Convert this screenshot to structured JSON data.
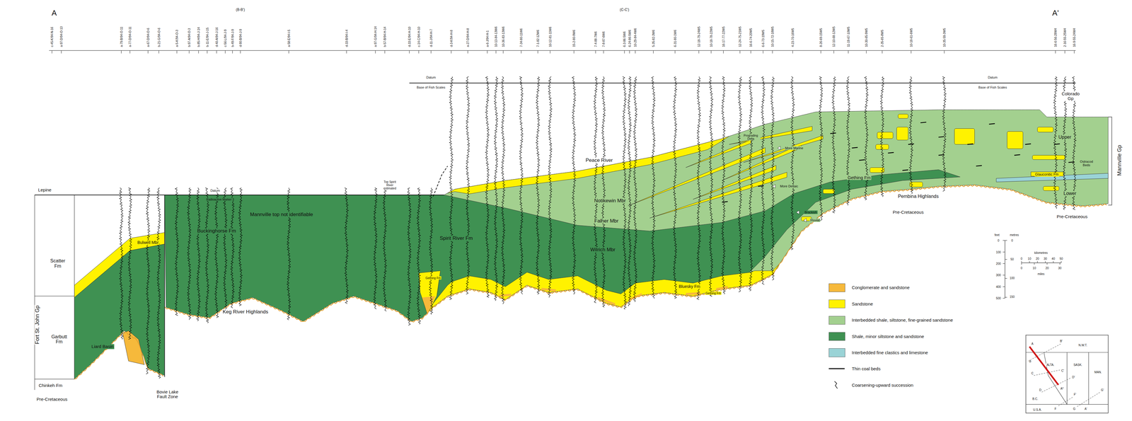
{
  "diagram": {
    "labels": [
      "c-45-K/94-N-16",
      "a-97-D/94-O-13",
      "a-79-B/94-O-11",
      "a-77-D/94-O-11",
      "a-67-D/94-O-6",
      "b-21-G/94-O-6",
      "a-5-K/94-O-3",
      "b-97-A/94-O-3",
      "b-85-H/94-J-14",
      "b-11-E/94-J-15",
      "d-40-A/94-J-16",
      "c-56-L/94-J-9",
      "b-49-F/94-J-9",
      "d-90-B/94-J-9",
      "a-58-E/94-I-5",
      "d-33-B/94-I-4",
      "a-97-G/94-H-14",
      "b-57-B/94-H-14",
      "d-33-E/94-H-10",
      "c-14-C/94-H-10",
      "d-11-J/94-H-7",
      "d-3-K/94-H-8",
      "a-27-D/94-H-8",
      "a-6-J/94-H-1",
      "10-13-84-13W6",
      "10-36-83-13W6",
      "7-34-80-11W6",
      "7-1-82-12W6",
      "10-12-81-11W6",
      "15-2-80-9W6",
      "7-4-88-7W6",
      "7-8-87-6W6",
      "6-3-86-5W6",
      "6-24-86-5W6",
      "10-29-84-4W6",
      "5-35-82-3W6",
      "6-31-80-1W6",
      "12-18-79-24W5",
      "10-18-78-22W5",
      "16-17-77-22W5",
      "12-24-75-21W5",
      "16-6-74-20W5",
      "6-6-73-19W5",
      "10-15-72-18W5",
      "4-23-70-16W5",
      "8-26-69-15W5",
      "12-10-68-12W5",
      "11-19-67-10W5",
      "10-30-65-9W5",
      "2-35-65-8W5",
      "10-18-61-6W5",
      "10-35-59-3W5",
      "16-6-56-28W4",
      "2-16-55-25W4",
      "16-9-55-24W4",
      "A",
      "(B-B')",
      "(C-C')",
      "A'",
      "Lepine",
      "Datum",
      "Radioactive Marker 3",
      "Mannville top not identifiable",
      "Buckinghorse Fm",
      "Keg River Highlands",
      "Scatter Fm",
      "Bulwell Mbr",
      "Garbutt Fm",
      "Liard Basin",
      "Chinkeh Fm",
      "Pre-Cretaceous",
      "Bovie Lake Fault Zone",
      "Fort St. John Gp",
      "Top Spirit River estimated",
      "Spirit River Fm",
      "Gething Fm",
      "Datum",
      "Base of Fish Scales",
      "Peace River",
      "Notikewin Mbr",
      "Falher Mbr",
      "Wilrich Mbr",
      "Bluesky Fm",
      "Gething Fm",
      "Prograding Delta",
      "More Marine",
      "More Deltaic",
      "Brackish",
      "Fluvial",
      "Gething Fm",
      "Pembina Highlands",
      "Pre-Cretaceous",
      "Datum",
      "Base of Fish Scales",
      "Colorado Gp",
      "Upper",
      "Ostracod Beds",
      "Glauconitic Fm",
      "Lower",
      "Mannville Gp",
      "Pre-Cretaceous",
      "feet",
      "metres",
      "0",
      "100",
      "200",
      "300",
      "400",
      "500",
      "0",
      "50",
      "100",
      "150",
      "kilometres",
      "0",
      "10",
      "20",
      "30",
      "40",
      "50",
      "0",
      "10",
      "20",
      "30",
      "miles",
      "A",
      "B'",
      "N.W.T.",
      "B",
      "C",
      "ALTA.",
      "C'",
      "SASK.",
      "D'",
      "MAN.",
      "A*",
      "D",
      "G'",
      "B.C.",
      "F'",
      "F",
      "U.S.A.",
      "G",
      "A'"
    ],
    "legend": [
      {
        "text": "Conglomerate and sandstone",
        "color": "#f6b93b"
      },
      {
        "text": "Sandstone",
        "color": "#fff200"
      },
      {
        "text": "Interbedded shale, siltstone, fine-grained sandstone",
        "color": "#a3d08f"
      },
      {
        "text": "Shale, minor siltstone and sandstone",
        "color": "#3f9152"
      },
      {
        "text": "Interbedded fine clastics and limestone",
        "color": "#9ad3d6"
      },
      {
        "text": "Thin coal beds"
      },
      {
        "text": "Coarsening-upward succession"
      }
    ]
  }
}
